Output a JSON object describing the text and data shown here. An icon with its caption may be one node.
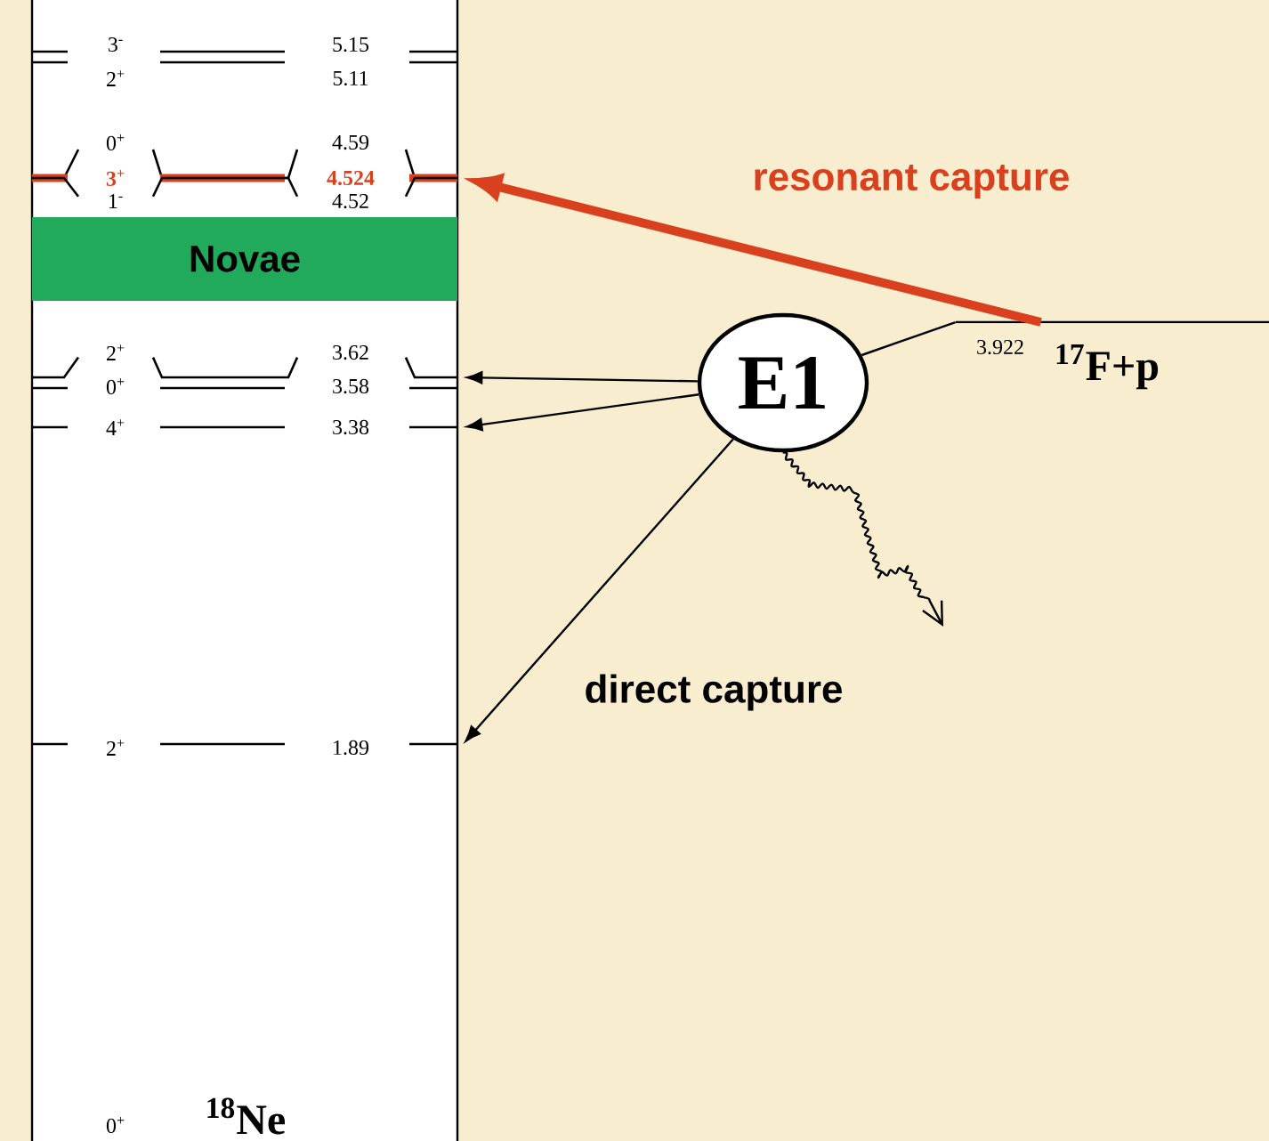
{
  "diagram": {
    "nodes": [
      {
        "text": [
          "$^{18}$Ne"
        ]
      },
      {
        "text": [
          "3$^{-}$",
          "5.15"
        ],
        "in": 0
      },
      {
        "text": [
          "2$^{+}$",
          "5.11"
        ],
        "in": 0
      },
      {
        "text": [
          "0$^{+}$",
          "4.59"
        ],
        "in": 0
      },
      {
        "text": [
          "3$^{+}$",
          "4.524"
        ],
        "in": 0
      },
      {
        "text": [
          "1$^{-}$",
          "4.52"
        ],
        "in": 0
      },
      {
        "text": [
          "Novae"
        ],
        "in": 0
      },
      {
        "text": [
          "2$^{+}$",
          "3.62"
        ],
        "in": 0
      },
      {
        "text": [
          "0$^{+}$",
          "3.58"
        ],
        "in": 0
      },
      {
        "text": [
          "4$^{+}$",
          "3.38"
        ],
        "in": 0
      },
      {
        "text": [
          "2$^{+}$",
          "1.89"
        ],
        "in": 0
      },
      {
        "text": [
          "0$^{+}$"
        ],
        "in": 0
      },
      {
        "text": [
          "E1"
        ]
      },
      {
        "text": [
          "3.922",
          "$^{17}$F+p"
        ]
      }
    ],
    "edges": [
      {
        "from": 13,
        "to": 4,
        "arrow": "to",
        "label": "resonant capture",
        "style": "thick",
        "color": "#d9401e"
      },
      {
        "from": 13,
        "to": 12,
        "arrow": "none"
      },
      {
        "from": 12,
        "to": 7,
        "arrow": "to"
      },
      {
        "from": 12,
        "to": 9,
        "arrow": "to"
      },
      {
        "from": 12,
        "to": 10,
        "arrow": "to",
        "label": "direct capture"
      },
      {
        "from": 12,
        "to": null,
        "arrow": "to"
      }
    ]
  }
}
